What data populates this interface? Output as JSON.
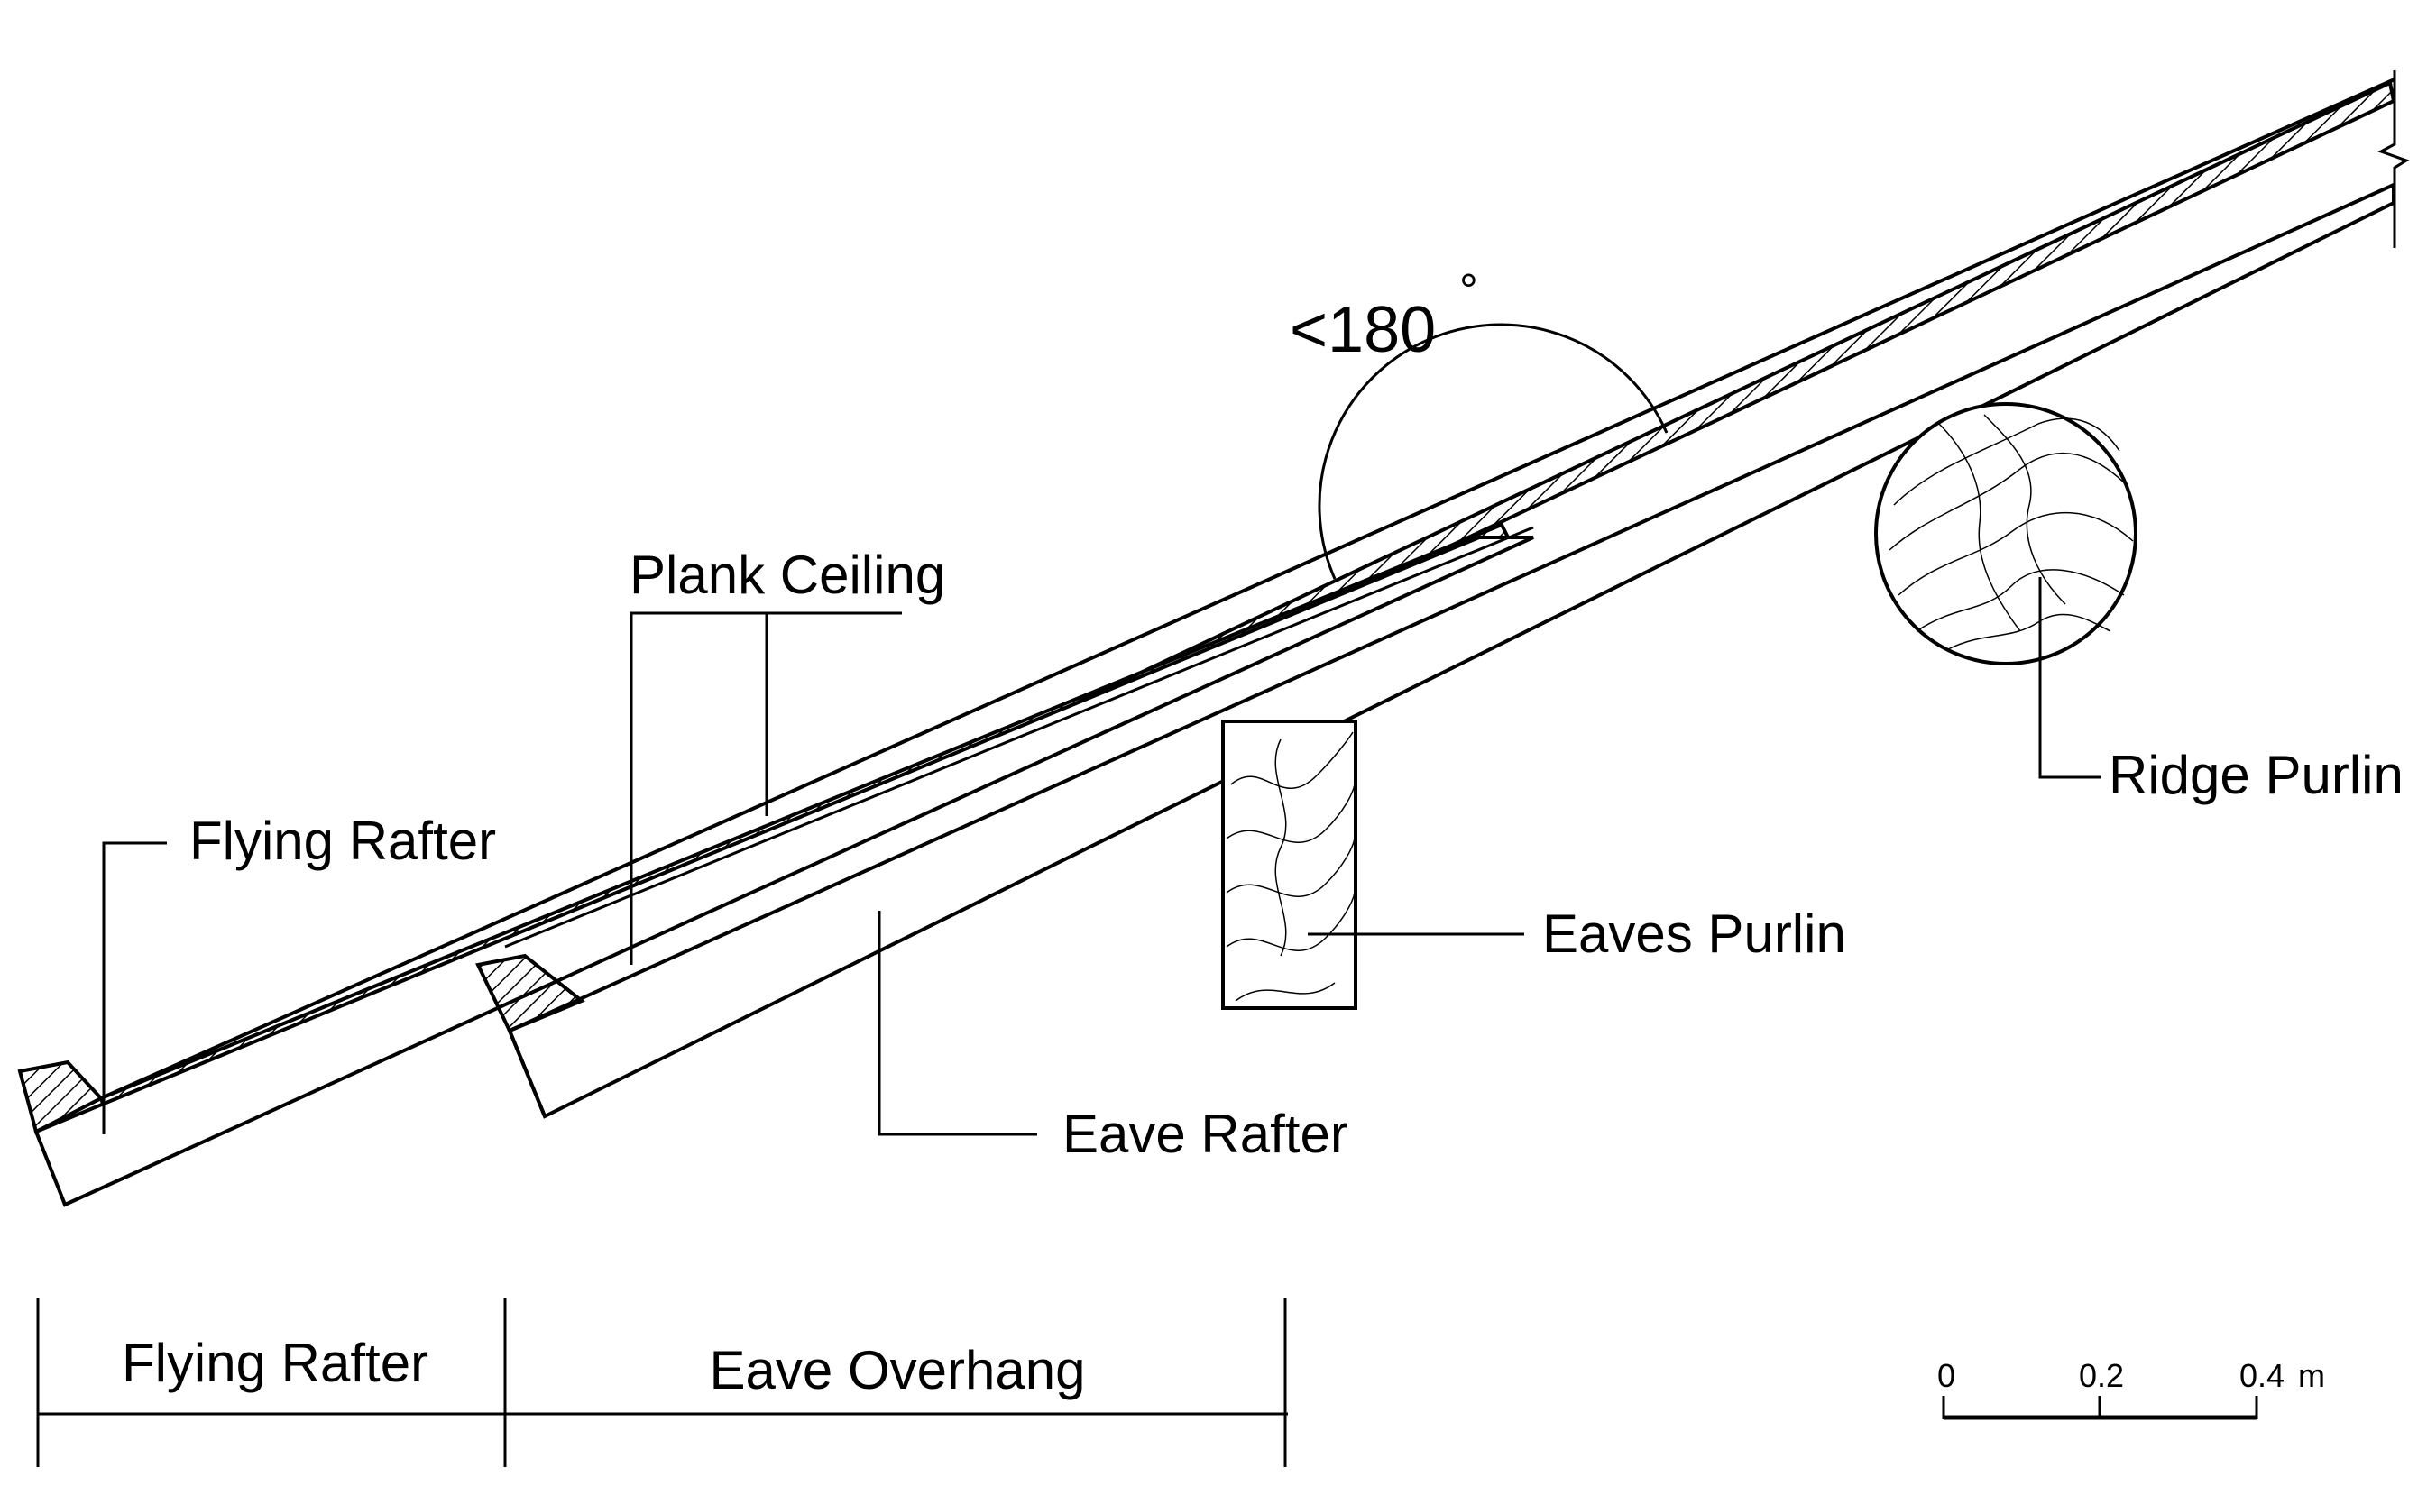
{
  "labels": {
    "plank_ceiling": "Plank Ceiling",
    "flying_rafter": "Flying Rafter",
    "ridge_purlin": "Ridge Purlin",
    "eaves_purlin": "Eaves Purlin",
    "eave_rafter": "Eave Rafter"
  },
  "angle": {
    "text": "<180",
    "degree": "°"
  },
  "bottom_dimension": {
    "flying_rafter": "Flying Rafter",
    "eave_overhang": "Eave Overhang"
  },
  "scale_bar": {
    "ticks": [
      "0",
      "0.2",
      "0.4"
    ],
    "unit": "m"
  }
}
